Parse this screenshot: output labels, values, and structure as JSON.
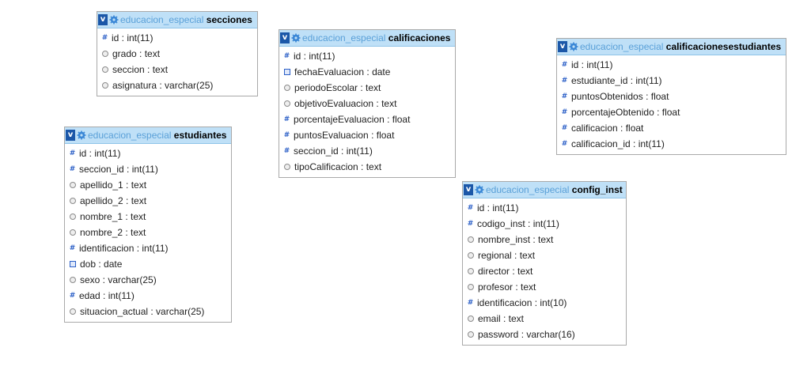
{
  "tables": {
    "secciones": {
      "db": "educacion_especial",
      "name": "secciones",
      "columns": [
        {
          "type": "num",
          "label": "id : int(11)"
        },
        {
          "type": "txt",
          "label": "grado : text"
        },
        {
          "type": "txt",
          "label": "seccion : text"
        },
        {
          "type": "txt",
          "label": "asignatura : varchar(25)"
        }
      ]
    },
    "calificaciones": {
      "db": "educacion_especial",
      "name": "calificaciones",
      "columns": [
        {
          "type": "num",
          "label": "id : int(11)"
        },
        {
          "type": "date",
          "label": "fechaEvaluacion : date"
        },
        {
          "type": "txt",
          "label": "periodoEscolar : text"
        },
        {
          "type": "txt",
          "label": "objetivoEvaluacion : text"
        },
        {
          "type": "num",
          "label": "porcentajeEvaluacion : float"
        },
        {
          "type": "num",
          "label": "puntosEvaluacion : float"
        },
        {
          "type": "num",
          "label": "seccion_id : int(11)"
        },
        {
          "type": "txt",
          "label": "tipoCalificacion : text"
        }
      ]
    },
    "calificacionesestudiantes": {
      "db": "educacion_especial",
      "name": "calificacionesestudiantes",
      "columns": [
        {
          "type": "num",
          "label": "id : int(11)"
        },
        {
          "type": "num",
          "label": "estudiante_id : int(11)"
        },
        {
          "type": "num",
          "label": "puntosObtenidos : float"
        },
        {
          "type": "num",
          "label": "porcentajeObtenido : float"
        },
        {
          "type": "num",
          "label": "calificacion : float"
        },
        {
          "type": "num",
          "label": "calificacion_id : int(11)"
        }
      ]
    },
    "estudiantes": {
      "db": "educacion_especial",
      "name": "estudiantes",
      "columns": [
        {
          "type": "num",
          "label": "id : int(11)"
        },
        {
          "type": "num",
          "label": "seccion_id : int(11)"
        },
        {
          "type": "txt",
          "label": "apellido_1 : text"
        },
        {
          "type": "txt",
          "label": "apellido_2 : text"
        },
        {
          "type": "txt",
          "label": "nombre_1 : text"
        },
        {
          "type": "txt",
          "label": "nombre_2 : text"
        },
        {
          "type": "num",
          "label": "identificacion : int(11)"
        },
        {
          "type": "date",
          "label": "dob : date"
        },
        {
          "type": "txt",
          "label": "sexo : varchar(25)"
        },
        {
          "type": "num",
          "label": "edad : int(11)"
        },
        {
          "type": "txt",
          "label": "situacion_actual : varchar(25)"
        }
      ]
    },
    "config_inst": {
      "db": "educacion_especial",
      "name": "config_inst",
      "columns": [
        {
          "type": "num",
          "label": "id : int(11)"
        },
        {
          "type": "num",
          "label": "codigo_inst : int(11)"
        },
        {
          "type": "txt",
          "label": "nombre_inst : text"
        },
        {
          "type": "txt",
          "label": "regional : text"
        },
        {
          "type": "txt",
          "label": "director : text"
        },
        {
          "type": "txt",
          "label": "profesor : text"
        },
        {
          "type": "num",
          "label": "identificacion : int(10)"
        },
        {
          "type": "txt",
          "label": "email : text"
        },
        {
          "type": "txt",
          "label": "password : varchar(16)"
        }
      ]
    }
  },
  "colors": {
    "header_bg": "#bfe0f7",
    "db_name": "#5aa0d8",
    "toggle_bg": "#1b57a8",
    "numeric_icon": "#2b5fc7"
  },
  "icons": {
    "toggle": "v",
    "numeric": "#",
    "text": "text-circle-icon",
    "date": "calendar-icon",
    "options": "gear-icon"
  }
}
